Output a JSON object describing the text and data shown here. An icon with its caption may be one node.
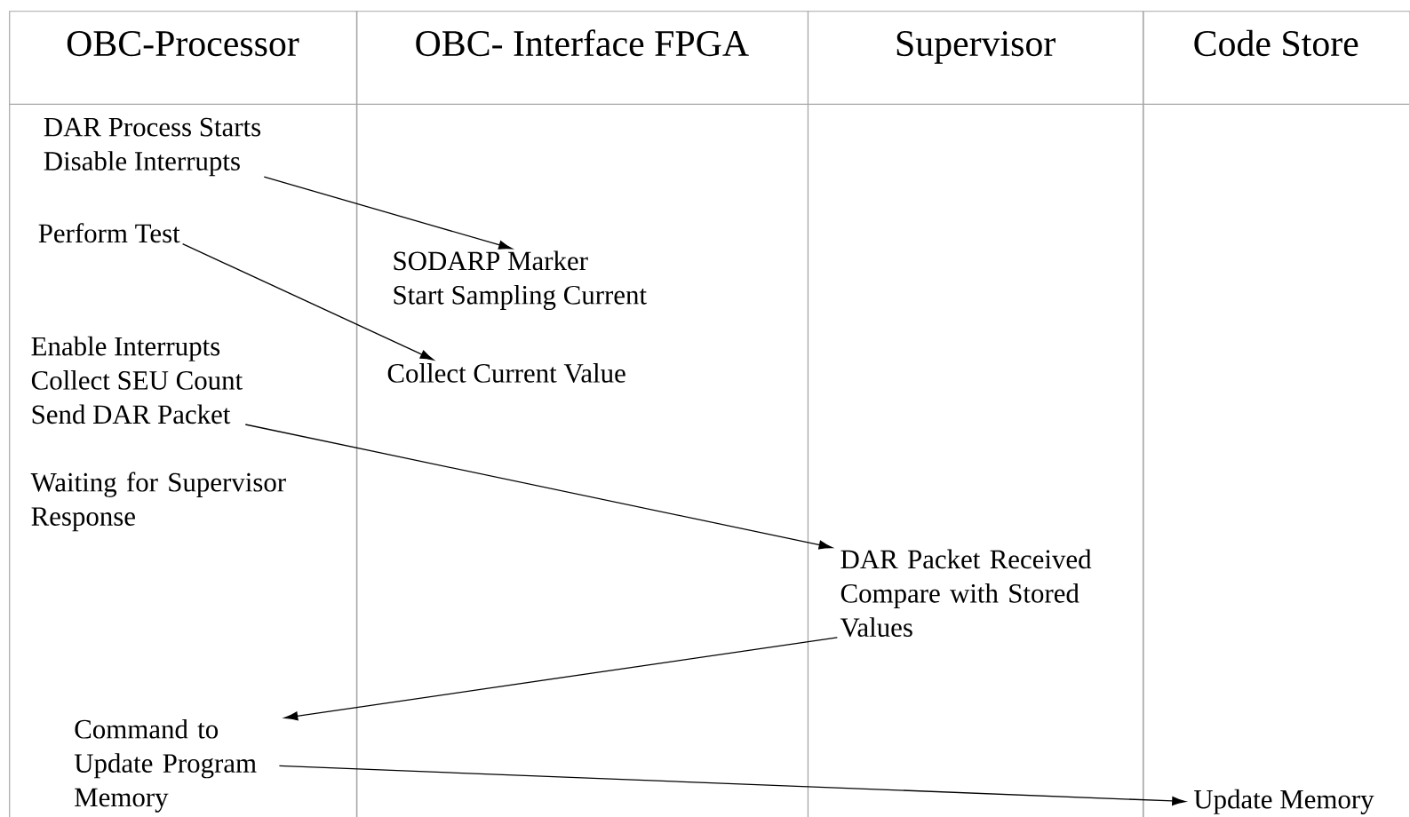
{
  "diagram": {
    "nodes": [
      {
        "text": [
          "OBC-Processor"
        ]
      },
      {
        "text": [
          "OBC- Interface FPGA"
        ]
      },
      {
        "text": [
          "Supervisor"
        ]
      },
      {
        "text": [
          "Code Store"
        ]
      },
      {
        "text": [
          "DAR Process Starts",
          "Disable Interrupts"
        ],
        "in": 0
      },
      {
        "text": [
          "Perform Test"
        ],
        "in": 0
      },
      {
        "text": [
          "SODARP Marker",
          "Start Sampling Current"
        ],
        "in": 1
      },
      {
        "text": [
          "Collect Current Value"
        ],
        "in": 1
      },
      {
        "text": [
          "Enable Interrupts",
          "Collect SEU Count",
          "Send DAR Packet"
        ],
        "in": 0
      },
      {
        "text": [
          "Waiting for Supervisor Response"
        ],
        "in": 0
      },
      {
        "text": [
          "DAR Packet Received",
          "Compare with Stored Values"
        ],
        "in": 2
      },
      {
        "text": [
          "Command to Update Program Memory"
        ],
        "in": 0
      },
      {
        "text": [
          "Update Memory"
        ],
        "in": 3
      }
    ],
    "edges": [
      {
        "from": 4,
        "to": 6,
        "arrow": "to"
      },
      {
        "from": 5,
        "to": 7,
        "arrow": "to"
      },
      {
        "from": 8,
        "to": 10,
        "arrow": "to"
      },
      {
        "from": 10,
        "to": 11,
        "arrow": "to"
      },
      {
        "from": 11,
        "to": 12,
        "arrow": "to"
      }
    ]
  }
}
